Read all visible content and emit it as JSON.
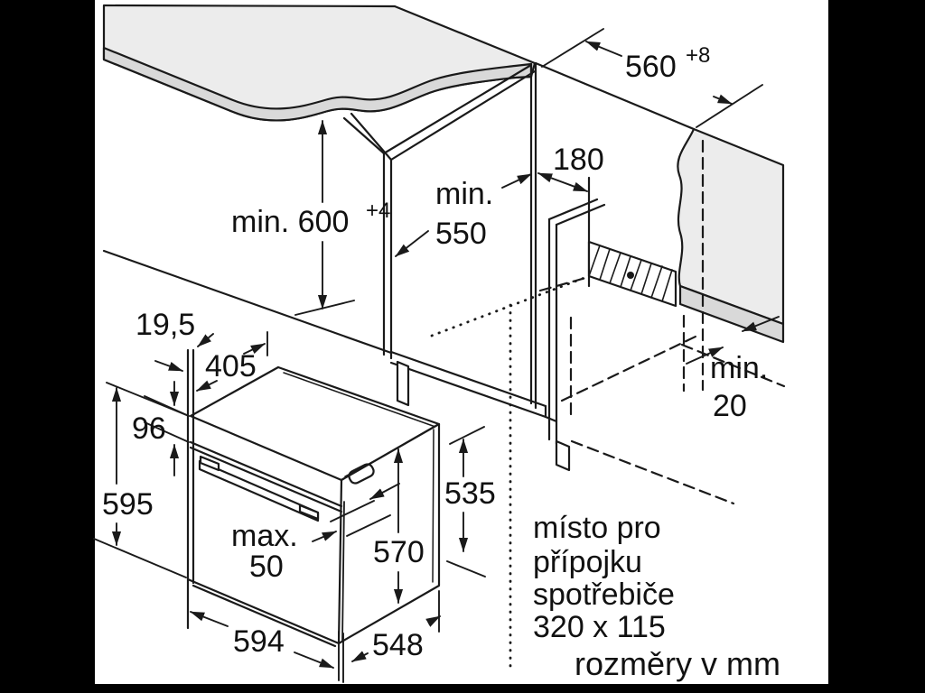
{
  "colors": {
    "background": "#000000",
    "paper": "#ffffff",
    "line": "#1a1a1a",
    "surface_gray": "#ececec",
    "edge_band_gray": "#d9d9d9"
  },
  "niche": {
    "width": {
      "value": "560",
      "tol": "+8"
    },
    "height": {
      "label": "min. 600",
      "tol": "+4"
    },
    "depth": {
      "word": "min.",
      "value": "550"
    },
    "top_offset": "180",
    "rear_gap": {
      "word": "min.",
      "value": "20"
    }
  },
  "oven": {
    "front_overhang": "19,5",
    "depth_to_front": "405",
    "panel_height": "96",
    "total_height": "595",
    "door_protrusion": {
      "word": "max.",
      "value": "50"
    },
    "width": "594",
    "body_depth": "548",
    "body_height": "570",
    "rear_height": "535"
  },
  "notes": {
    "connection_space": [
      "místo pro",
      "přípojku",
      "spotřebiče",
      "320 x 115"
    ],
    "units_note": "rozměry v mm"
  }
}
